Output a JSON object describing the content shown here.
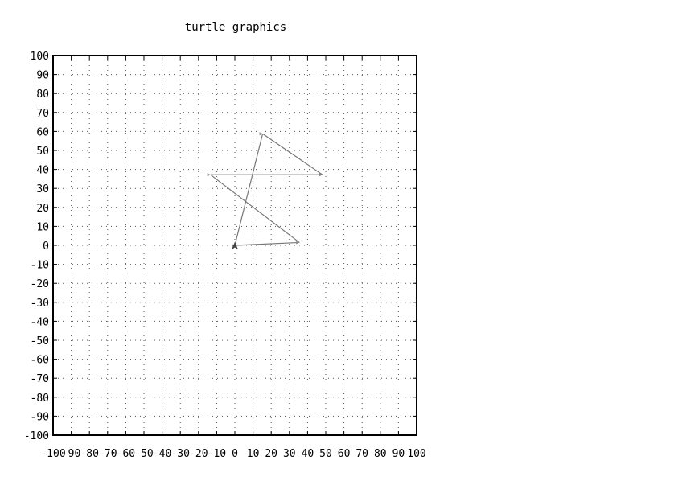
{
  "chart_data": {
    "type": "line",
    "title": "turtle graphics",
    "xlabel": "",
    "ylabel": "",
    "xlim": [
      -100,
      100
    ],
    "ylim": [
      -100,
      100
    ],
    "x_ticks": [
      -100,
      -90,
      -80,
      -70,
      -60,
      -50,
      -40,
      -30,
      -20,
      -10,
      0,
      10,
      20,
      30,
      40,
      50,
      60,
      70,
      80,
      90,
      100
    ],
    "y_ticks": [
      -100,
      -90,
      -80,
      -70,
      -60,
      -50,
      -40,
      -30,
      -20,
      -10,
      0,
      10,
      20,
      30,
      40,
      50,
      60,
      70,
      80,
      90,
      100
    ],
    "x_tick_labels": [
      "-100",
      "-90",
      "-80",
      "-70",
      "-60",
      "-50",
      "-40",
      "-30",
      "-20",
      "-10",
      "0",
      "10",
      "20",
      "30",
      "40",
      "50",
      "60",
      "70",
      "80",
      "90",
      "100"
    ],
    "y_tick_labels": [
      "-100",
      "-90",
      "-80",
      "-70",
      "-60",
      "-50",
      "-40",
      "-30",
      "-20",
      "-10",
      "0",
      "10",
      "20",
      "30",
      "40",
      "50",
      "60",
      "70",
      "80",
      "90",
      "100"
    ],
    "grid": true,
    "legend": "none",
    "series": [
      {
        "x": [
          0,
          35.5,
          -13.4,
          48.2,
          15.3,
          0
        ],
        "y": [
          0,
          1.5,
          37.2,
          37.2,
          58.8,
          0
        ]
      }
    ],
    "turtle_position": [
      0,
      0
    ],
    "colors": {
      "line": "#777777",
      "marker": "#888888",
      "turtle": "#444444",
      "axis": "#000000",
      "grid": "#555555"
    }
  }
}
